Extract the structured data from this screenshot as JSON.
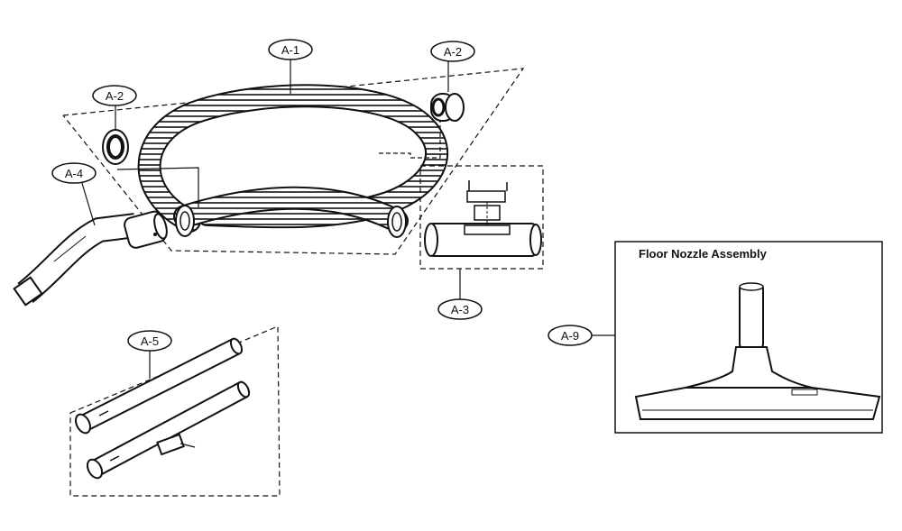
{
  "callouts": {
    "a1": "A-1",
    "a2_left": "A-2",
    "a2_right": "A-2",
    "a3": "A-3",
    "a4": "A-4",
    "a5": "A-5",
    "a9": "A-9"
  },
  "floor_nozzle": {
    "title": "Floor Nozzle Assembly"
  }
}
